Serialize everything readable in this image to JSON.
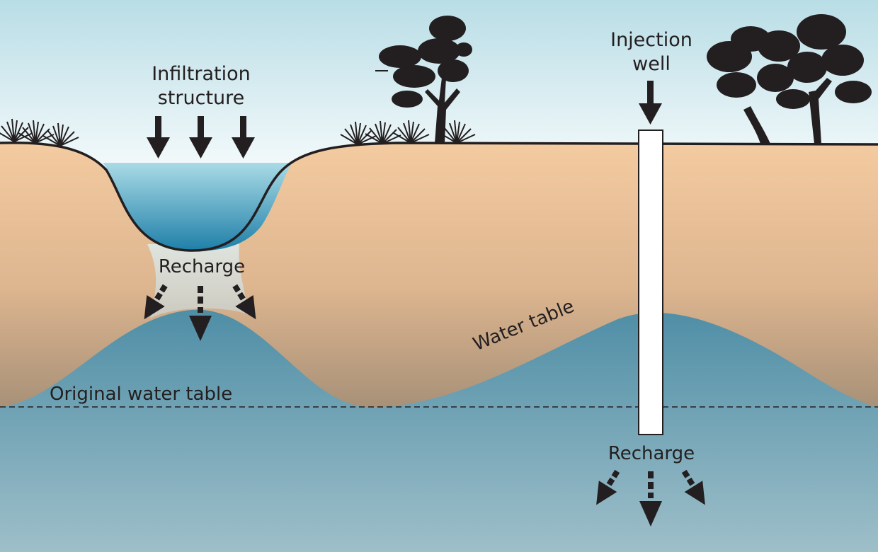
{
  "labels": {
    "infiltration_line1": "Infiltration",
    "infiltration_line2": "structure",
    "injection_line1": "Injection",
    "injection_line2": "well",
    "recharge_left": "Recharge",
    "recharge_right": "Recharge",
    "water_table": "Water table",
    "original_water_table": "Original water table"
  },
  "colors": {
    "sky_top": "#b9dde6",
    "sky_bottom": "#f4fafb",
    "soil_top": "#f4cba0",
    "soil_bottom": "#a89178",
    "groundwater_top": "#4f8ea6",
    "groundwater_bottom": "#9ebfc9",
    "pond_top": "#a9dbe6",
    "pond_bottom": "#1f7fa8",
    "outline": "#231f20",
    "well": "#ffffff"
  },
  "icons": [
    "grass-tuft-icon",
    "tree-silhouette-icon",
    "down-arrow-icon",
    "dashed-arrow-icon"
  ]
}
